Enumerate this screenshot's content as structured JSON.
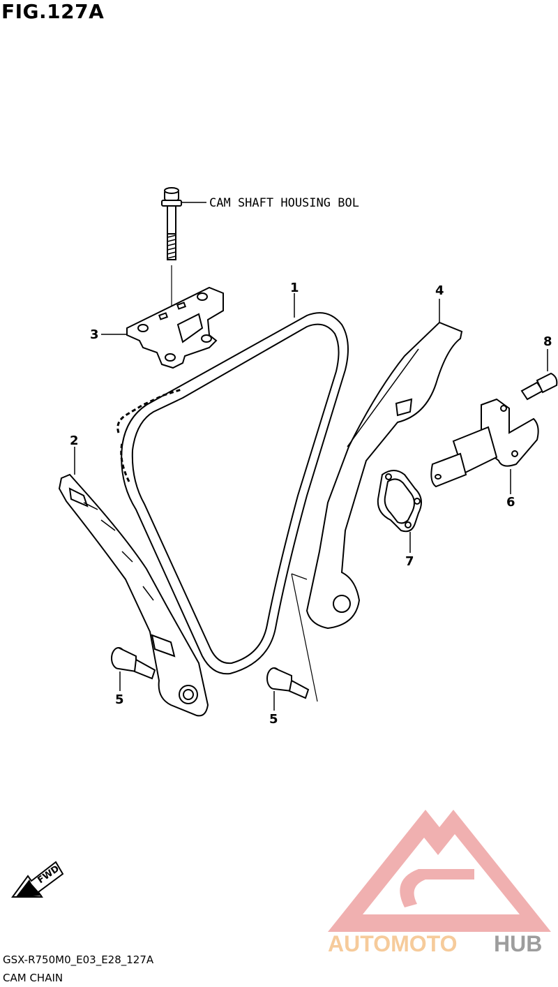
{
  "figure": {
    "title": "FIG.127A"
  },
  "callouts": {
    "c1": "1",
    "c2": "2",
    "c3": "3",
    "c4": "4",
    "c5a": "5",
    "c5b": "5",
    "c6": "6",
    "c7": "7",
    "c8": "8"
  },
  "labels": {
    "bolt_note": "CAM SHAFT HOUSING BOL"
  },
  "fwd_arrow": {
    "text": "FWD"
  },
  "watermark": {
    "text_part1": "AUTOMOTO",
    "text_part2": "HUB",
    "color_red": "#e8a0a0",
    "color_orange": "#f5c28a",
    "color_gray": "#8c8c8c"
  },
  "footer": {
    "code": "GSX-R750M0_E03_E28_127A",
    "name": "CAM CHAIN"
  }
}
